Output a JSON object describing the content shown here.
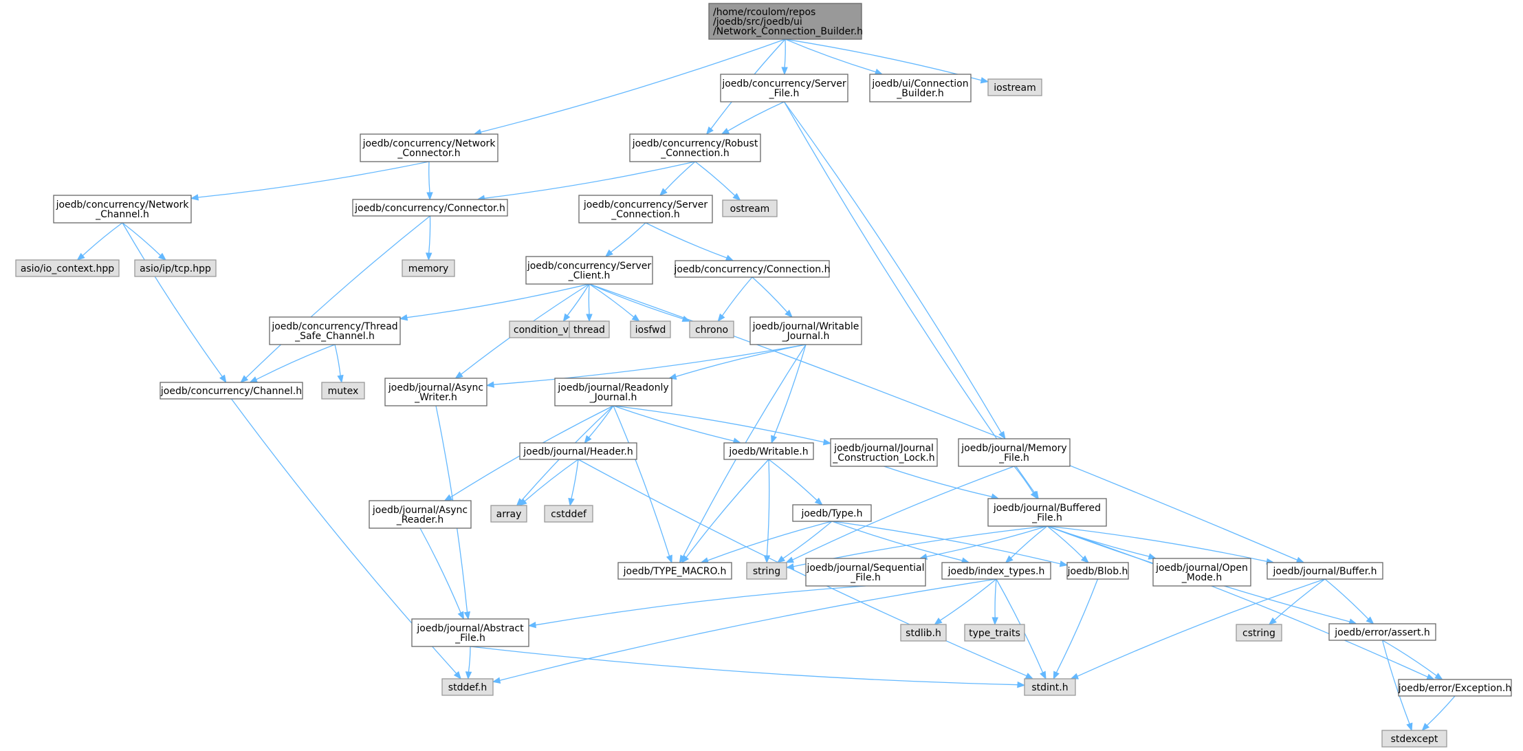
{
  "colors": {
    "root_fill": "#999999",
    "root_stroke": "#666666",
    "internal_fill": "#ffffff",
    "internal_stroke": "#666666",
    "external_fill": "#e0e0e0",
    "external_stroke": "#999999",
    "edge": "#63b8ff"
  },
  "nodes": [
    {
      "id": "root",
      "kind": "root",
      "lines": [
        "/home/rcoulom/repos",
        "/joedb/src/joedb/ui",
        "/Network_Connection_Builder.h"
      ]
    },
    {
      "id": "server_file",
      "kind": "internal",
      "lines": [
        "joedb/concurrency/Server",
        "_File.h"
      ]
    },
    {
      "id": "ui_conn_builder",
      "kind": "internal",
      "lines": [
        "joedb/ui/Connection",
        "_Builder.h"
      ]
    },
    {
      "id": "iostream",
      "kind": "external",
      "lines": [
        "iostream"
      ]
    },
    {
      "id": "net_connector",
      "kind": "internal",
      "lines": [
        "joedb/concurrency/Network",
        "_Connector.h"
      ]
    },
    {
      "id": "robust_conn",
      "kind": "internal",
      "lines": [
        "joedb/concurrency/Robust",
        "_Connection.h"
      ]
    },
    {
      "id": "net_channel",
      "kind": "internal",
      "lines": [
        "joedb/concurrency/Network",
        "_Channel.h"
      ]
    },
    {
      "id": "connector",
      "kind": "internal",
      "lines": [
        "joedb/concurrency/Connector.h"
      ]
    },
    {
      "id": "server_conn",
      "kind": "internal",
      "lines": [
        "joedb/concurrency/Server",
        "_Connection.h"
      ]
    },
    {
      "id": "ostream",
      "kind": "external",
      "lines": [
        "ostream"
      ]
    },
    {
      "id": "asio_io",
      "kind": "external",
      "lines": [
        "asio/io_context.hpp"
      ]
    },
    {
      "id": "asio_tcp",
      "kind": "external",
      "lines": [
        "asio/ip/tcp.hpp"
      ]
    },
    {
      "id": "memory",
      "kind": "external",
      "lines": [
        "memory"
      ]
    },
    {
      "id": "server_client",
      "kind": "internal",
      "lines": [
        "joedb/concurrency/Server",
        "_Client.h"
      ]
    },
    {
      "id": "connection",
      "kind": "internal",
      "lines": [
        "joedb/concurrency/Connection.h"
      ]
    },
    {
      "id": "thread_safe",
      "kind": "internal",
      "lines": [
        "joedb/concurrency/Thread",
        "_Safe_Channel.h"
      ]
    },
    {
      "id": "cond_var",
      "kind": "external",
      "lines": [
        "condition_variable"
      ]
    },
    {
      "id": "thread",
      "kind": "external",
      "lines": [
        "thread"
      ]
    },
    {
      "id": "iosfwd",
      "kind": "external",
      "lines": [
        "iosfwd"
      ]
    },
    {
      "id": "chrono",
      "kind": "external",
      "lines": [
        "chrono"
      ]
    },
    {
      "id": "writable_journal",
      "kind": "internal",
      "lines": [
        "joedb/journal/Writable",
        "_Journal.h"
      ]
    },
    {
      "id": "channel",
      "kind": "internal",
      "lines": [
        "joedb/concurrency/Channel.h"
      ]
    },
    {
      "id": "mutex",
      "kind": "external",
      "lines": [
        "mutex"
      ]
    },
    {
      "id": "async_writer",
      "kind": "internal",
      "lines": [
        "joedb/journal/Async",
        "_Writer.h"
      ]
    },
    {
      "id": "readonly_journal",
      "kind": "internal",
      "lines": [
        "joedb/journal/Readonly",
        "_Journal.h"
      ]
    },
    {
      "id": "header",
      "kind": "internal",
      "lines": [
        "joedb/journal/Header.h"
      ]
    },
    {
      "id": "writable",
      "kind": "internal",
      "lines": [
        "joedb/Writable.h"
      ]
    },
    {
      "id": "jcl",
      "kind": "internal",
      "lines": [
        "joedb/journal/Journal",
        "_Construction_Lock.h"
      ]
    },
    {
      "id": "memory_file",
      "kind": "internal",
      "lines": [
        "joedb/journal/Memory",
        "_File.h"
      ]
    },
    {
      "id": "async_reader",
      "kind": "internal",
      "lines": [
        "joedb/journal/Async",
        "_Reader.h"
      ]
    },
    {
      "id": "array",
      "kind": "external",
      "lines": [
        "array"
      ]
    },
    {
      "id": "cstddef",
      "kind": "external",
      "lines": [
        "cstddef"
      ]
    },
    {
      "id": "type",
      "kind": "internal",
      "lines": [
        "joedb/Type.h"
      ]
    },
    {
      "id": "buffered_file",
      "kind": "internal",
      "lines": [
        "joedb/journal/Buffered",
        "_File.h"
      ]
    },
    {
      "id": "type_macro",
      "kind": "internal",
      "lines": [
        "joedb/TYPE_MACRO.h"
      ]
    },
    {
      "id": "string",
      "kind": "external",
      "lines": [
        "string"
      ]
    },
    {
      "id": "sequential_file",
      "kind": "internal",
      "lines": [
        "joedb/journal/Sequential",
        "_File.h"
      ]
    },
    {
      "id": "index_types",
      "kind": "internal",
      "lines": [
        "joedb/index_types.h"
      ]
    },
    {
      "id": "blob",
      "kind": "internal",
      "lines": [
        "joedb/Blob.h"
      ]
    },
    {
      "id": "open_mode",
      "kind": "internal",
      "lines": [
        "joedb/journal/Open",
        "_Mode.h"
      ]
    },
    {
      "id": "buffer",
      "kind": "internal",
      "lines": [
        "joedb/journal/Buffer.h"
      ]
    },
    {
      "id": "abstract_file",
      "kind": "internal",
      "lines": [
        "joedb/journal/Abstract",
        "_File.h"
      ]
    },
    {
      "id": "stdlib",
      "kind": "external",
      "lines": [
        "stdlib.h"
      ]
    },
    {
      "id": "type_traits",
      "kind": "external",
      "lines": [
        "type_traits"
      ]
    },
    {
      "id": "cstring",
      "kind": "external",
      "lines": [
        "cstring"
      ]
    },
    {
      "id": "assert",
      "kind": "internal",
      "lines": [
        "joedb/error/assert.h"
      ]
    },
    {
      "id": "stddef",
      "kind": "external",
      "lines": [
        "stddef.h"
      ]
    },
    {
      "id": "stdint",
      "kind": "external",
      "lines": [
        "stdint.h"
      ]
    },
    {
      "id": "exception",
      "kind": "internal",
      "lines": [
        "joedb/error/Exception.h"
      ]
    },
    {
      "id": "stdexcept",
      "kind": "external",
      "lines": [
        "stdexcept"
      ]
    }
  ],
  "edges": [
    [
      "root",
      "net_connector"
    ],
    [
      "root",
      "robust_conn"
    ],
    [
      "root",
      "server_file"
    ],
    [
      "root",
      "ui_conn_builder"
    ],
    [
      "root",
      "iostream"
    ],
    [
      "server_file",
      "robust_conn"
    ],
    [
      "server_file",
      "memory_file"
    ],
    [
      "server_file",
      "buffered_file"
    ],
    [
      "net_connector",
      "net_channel"
    ],
    [
      "net_connector",
      "connector"
    ],
    [
      "robust_conn",
      "connector"
    ],
    [
      "robust_conn",
      "server_conn"
    ],
    [
      "robust_conn",
      "ostream"
    ],
    [
      "net_channel",
      "asio_io"
    ],
    [
      "net_channel",
      "asio_tcp"
    ],
    [
      "net_channel",
      "channel"
    ],
    [
      "connector",
      "memory"
    ],
    [
      "connector",
      "channel"
    ],
    [
      "server_conn",
      "server_client"
    ],
    [
      "server_conn",
      "connection"
    ],
    [
      "server_client",
      "thread_safe"
    ],
    [
      "server_client",
      "async_writer"
    ],
    [
      "server_client",
      "cond_var"
    ],
    [
      "server_client",
      "thread"
    ],
    [
      "server_client",
      "iosfwd"
    ],
    [
      "server_client",
      "chrono"
    ],
    [
      "server_client",
      "buffer"
    ],
    [
      "connection",
      "chrono"
    ],
    [
      "connection",
      "writable_journal"
    ],
    [
      "thread_safe",
      "channel"
    ],
    [
      "thread_safe",
      "mutex"
    ],
    [
      "channel",
      "stddef"
    ],
    [
      "writable_journal",
      "async_writer"
    ],
    [
      "writable_journal",
      "readonly_journal"
    ],
    [
      "writable_journal",
      "writable"
    ],
    [
      "writable_journal",
      "type_macro"
    ],
    [
      "async_writer",
      "abstract_file"
    ],
    [
      "readonly_journal",
      "async_reader"
    ],
    [
      "readonly_journal",
      "header"
    ],
    [
      "readonly_journal",
      "writable"
    ],
    [
      "readonly_journal",
      "jcl"
    ],
    [
      "readonly_journal",
      "array"
    ],
    [
      "readonly_journal",
      "type_macro"
    ],
    [
      "header",
      "array"
    ],
    [
      "header",
      "cstddef"
    ],
    [
      "header",
      "stdint"
    ],
    [
      "writable",
      "type"
    ],
    [
      "writable",
      "type_macro"
    ],
    [
      "writable",
      "string"
    ],
    [
      "jcl",
      "buffered_file"
    ],
    [
      "memory_file",
      "buffered_file"
    ],
    [
      "memory_file",
      "string"
    ],
    [
      "async_reader",
      "abstract_file"
    ],
    [
      "type",
      "type_macro"
    ],
    [
      "type",
      "string"
    ],
    [
      "type",
      "index_types"
    ],
    [
      "type",
      "blob"
    ],
    [
      "buffered_file",
      "string"
    ],
    [
      "buffered_file",
      "sequential_file"
    ],
    [
      "buffered_file",
      "index_types"
    ],
    [
      "buffered_file",
      "blob"
    ],
    [
      "buffered_file",
      "open_mode"
    ],
    [
      "buffered_file",
      "buffer"
    ],
    [
      "buffered_file",
      "assert"
    ],
    [
      "buffered_file",
      "exception"
    ],
    [
      "sequential_file",
      "abstract_file"
    ],
    [
      "index_types",
      "stdlib"
    ],
    [
      "index_types",
      "type_traits"
    ],
    [
      "index_types",
      "stdint"
    ],
    [
      "index_types",
      "stddef"
    ],
    [
      "blob",
      "stdint"
    ],
    [
      "buffer",
      "cstring"
    ],
    [
      "buffer",
      "assert"
    ],
    [
      "buffer",
      "stdint"
    ],
    [
      "abstract_file",
      "stddef"
    ],
    [
      "abstract_file",
      "stdint"
    ],
    [
      "assert",
      "exception"
    ],
    [
      "assert",
      "stdexcept"
    ],
    [
      "exception",
      "stdexcept"
    ]
  ]
}
